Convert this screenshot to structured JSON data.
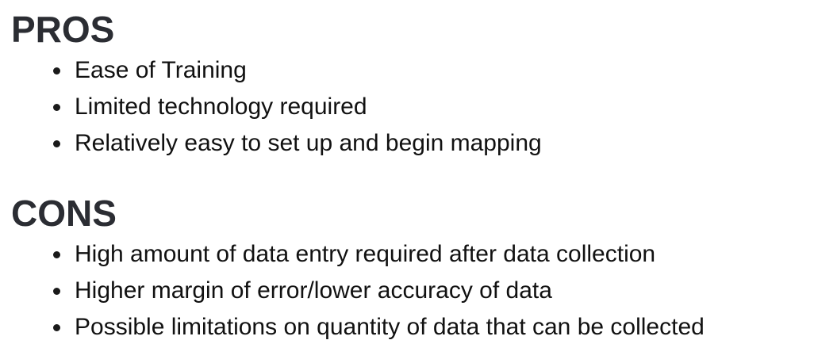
{
  "pros": {
    "heading": "PROS",
    "items": [
      "Ease of Training",
      "Limited technology required",
      "Relatively easy to set up and begin mapping"
    ]
  },
  "cons": {
    "heading": "CONS",
    "items": [
      "High amount of data entry required after data collection",
      "Higher margin of error/lower accuracy of data",
      "Possible limitations on quantity of data that can be collected"
    ]
  }
}
